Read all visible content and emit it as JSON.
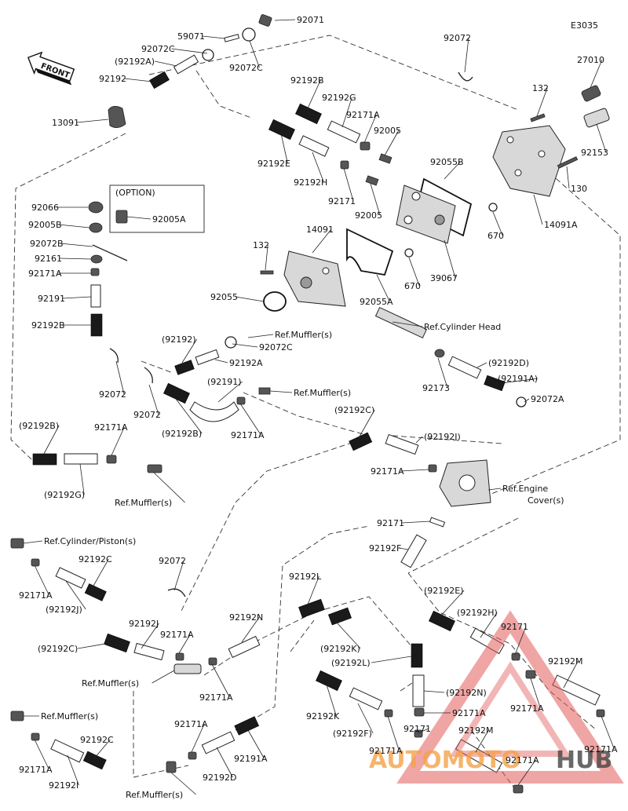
{
  "diagram_code": "E3035",
  "front_label": "FRONT",
  "option_label": "(OPTION)",
  "watermark": {
    "part1": "AUTOMOTO",
    "part2": "HUB"
  },
  "labels": [
    {
      "id": "92071",
      "text": "92071"
    },
    {
      "id": "59071",
      "text": "59071"
    },
    {
      "id": "92072C_a",
      "text": "92072C"
    },
    {
      "id": "92192A_p",
      "text": "(92192A)"
    },
    {
      "id": "92192_a",
      "text": "92192"
    },
    {
      "id": "92072C_b",
      "text": "92072C"
    },
    {
      "id": "92072_top",
      "text": "92072"
    },
    {
      "id": "27010",
      "text": "27010"
    },
    {
      "id": "132_a",
      "text": "132"
    },
    {
      "id": "92153",
      "text": "92153"
    },
    {
      "id": "130",
      "text": "130"
    },
    {
      "id": "14091A",
      "text": "14091A"
    },
    {
      "id": "13091",
      "text": "13091"
    },
    {
      "id": "92192B_a",
      "text": "92192B"
    },
    {
      "id": "92192G_a",
      "text": "92192G"
    },
    {
      "id": "92171A_a",
      "text": "92171A"
    },
    {
      "id": "92005_a",
      "text": "92005"
    },
    {
      "id": "92055B",
      "text": "92055B"
    },
    {
      "id": "92192E_a",
      "text": "92192E"
    },
    {
      "id": "92192H_a",
      "text": "92192H"
    },
    {
      "id": "92171_a",
      "text": "92171"
    },
    {
      "id": "92005_b",
      "text": "92005"
    },
    {
      "id": "670_a",
      "text": "670"
    },
    {
      "id": "670_b",
      "text": "670"
    },
    {
      "id": "39067",
      "text": "39067"
    },
    {
      "id": "92066",
      "text": "92066"
    },
    {
      "id": "92005B",
      "text": "92005B"
    },
    {
      "id": "92005A",
      "text": "92005A"
    },
    {
      "id": "92072B",
      "text": "92072B"
    },
    {
      "id": "92161",
      "text": "92161"
    },
    {
      "id": "92171A_b",
      "text": "92171A"
    },
    {
      "id": "132_b",
      "text": "132"
    },
    {
      "id": "14091",
      "text": "14091"
    },
    {
      "id": "92055",
      "text": "92055"
    },
    {
      "id": "92055A",
      "text": "92055A"
    },
    {
      "id": "92191",
      "text": "92191"
    },
    {
      "id": "92192B_b",
      "text": "92192B"
    },
    {
      "id": "ref_cyl_head",
      "text": "Ref.Cylinder Head"
    },
    {
      "id": "ref_muffler_a",
      "text": "Ref.Muffler(s)"
    },
    {
      "id": "92192_p",
      "text": "(92192)"
    },
    {
      "id": "92072C_c",
      "text": "92072C"
    },
    {
      "id": "92192A_b",
      "text": "92192A"
    },
    {
      "id": "92192D_p",
      "text": "(92192D)"
    },
    {
      "id": "92173",
      "text": "92173"
    },
    {
      "id": "92191A_p",
      "text": "(92191A)"
    },
    {
      "id": "92072_b",
      "text": "92072"
    },
    {
      "id": "92072_c",
      "text": "92072"
    },
    {
      "id": "92191_p",
      "text": "(92191)"
    },
    {
      "id": "ref_muffler_b",
      "text": "Ref.Muffler(s)"
    },
    {
      "id": "92072A",
      "text": "92072A"
    },
    {
      "id": "92192B_p",
      "text": "(92192B)"
    },
    {
      "id": "92171A_c",
      "text": "92171A"
    },
    {
      "id": "92192B_p2",
      "text": "(92192B)"
    },
    {
      "id": "92171A_d",
      "text": "92171A"
    },
    {
      "id": "92192C_p",
      "text": "(92192C)"
    },
    {
      "id": "92192I_p",
      "text": "(92192I)"
    },
    {
      "id": "92192G_p",
      "text": "(92192G)"
    },
    {
      "id": "ref_muffler_c",
      "text": "Ref.Muffler(s)"
    },
    {
      "id": "92171A_e",
      "text": "92171A"
    },
    {
      "id": "ref_engine_cover",
      "text": "Ref.Engine"
    },
    {
      "id": "ref_engine_cover2",
      "text": "Cover(s)"
    },
    {
      "id": "92171_b",
      "text": "92171"
    },
    {
      "id": "ref_cyl_piston",
      "text": "Ref.Cylinder/Piston(s)"
    },
    {
      "id": "92192F_a",
      "text": "92192F"
    },
    {
      "id": "92192C_a",
      "text": "92192C"
    },
    {
      "id": "92072_d",
      "text": "92072"
    },
    {
      "id": "92171A_f",
      "text": "92171A"
    },
    {
      "id": "92192J_p",
      "text": "(92192J)"
    },
    {
      "id": "92192L_a",
      "text": "92192L"
    },
    {
      "id": "92192E_p",
      "text": "(92192E)"
    },
    {
      "id": "92192H_p",
      "text": "(92192H)"
    },
    {
      "id": "92171_c",
      "text": "92171"
    },
    {
      "id": "92192J_a",
      "text": "92192J"
    },
    {
      "id": "92192N_a",
      "text": "92192N"
    },
    {
      "id": "92171A_g",
      "text": "92171A"
    },
    {
      "id": "92192C_p2",
      "text": "(92192C)"
    },
    {
      "id": "92192K_p",
      "text": "(92192K)"
    },
    {
      "id": "92192L_p",
      "text": "(92192L)"
    },
    {
      "id": "92192M_a",
      "text": "92192M"
    },
    {
      "id": "ref_muffler_d",
      "text": "Ref.Muffler(s)"
    },
    {
      "id": "92171A_h",
      "text": "92171A"
    },
    {
      "id": "92192N_p",
      "text": "(92192N)"
    },
    {
      "id": "92171A_i",
      "text": "92171A"
    },
    {
      "id": "92171A_j",
      "text": "92171A"
    },
    {
      "id": "ref_muffler_e",
      "text": "Ref.Muffler(s)"
    },
    {
      "id": "92192K_a",
      "text": "92192K"
    },
    {
      "id": "92192F_p",
      "text": "(92192F)"
    },
    {
      "id": "92171A_k",
      "text": "92171A"
    },
    {
      "id": "92171A_l",
      "text": "92171A"
    },
    {
      "id": "92192C_b",
      "text": "92192C"
    },
    {
      "id": "92171_d",
      "text": "92171"
    },
    {
      "id": "92192M_b",
      "text": "92192M"
    },
    {
      "id": "92171A_m",
      "text": "92171A"
    },
    {
      "id": "92191A_a",
      "text": "92191A"
    },
    {
      "id": "92192D_a",
      "text": "92192D"
    },
    {
      "id": "92192I_a",
      "text": "92192I"
    },
    {
      "id": "92171A_n",
      "text": "92171A"
    },
    {
      "id": "ref_muffler_f",
      "text": "Ref.Muffler(s)"
    },
    {
      "id": "92171A_o",
      "text": "92171A"
    }
  ]
}
